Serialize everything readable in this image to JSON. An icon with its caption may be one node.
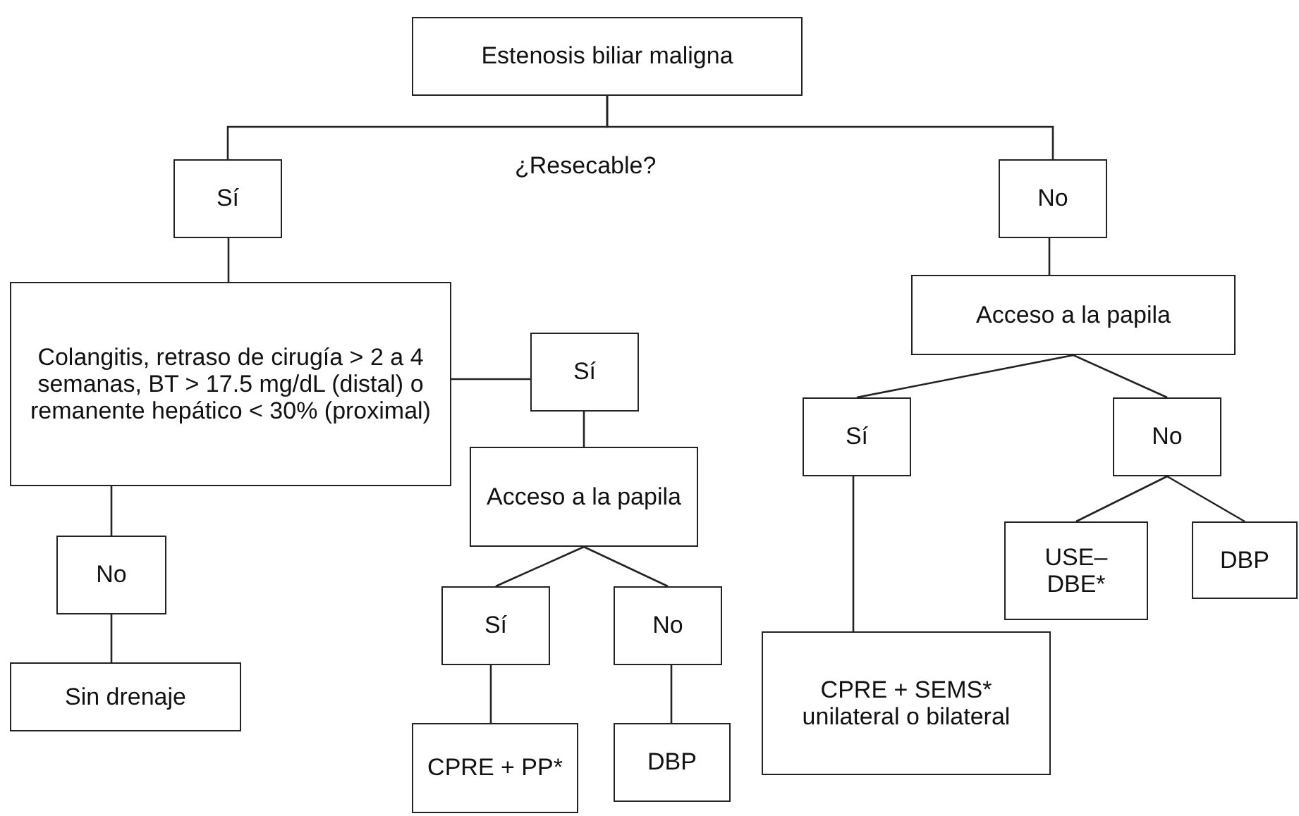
{
  "diagram": {
    "nodes": [
      {
        "text": [
          "Estenosis biliar maligna"
        ]
      },
      {
        "text": [
          "Sí"
        ]
      },
      {
        "text": [
          "No"
        ]
      },
      {
        "text": [
          "Colangitis, retraso de cirugía > 2 a 4 semanas, BT > 17.5 mg/dL (distal) o remanente hepático < 30% (proximal)"
        ]
      },
      {
        "text": [
          "Sí"
        ]
      },
      {
        "text": [
          "Acceso a la papila"
        ]
      },
      {
        "text": [
          "Sí"
        ]
      },
      {
        "text": [
          "No"
        ]
      },
      {
        "text": [
          "CPRE + PP*"
        ]
      },
      {
        "text": [
          "DBP"
        ]
      },
      {
        "text": [
          "No"
        ]
      },
      {
        "text": [
          "Sin drenaje"
        ]
      },
      {
        "text": [
          "Acceso a la papila"
        ]
      },
      {
        "text": [
          "Sí"
        ]
      },
      {
        "text": [
          "No"
        ]
      },
      {
        "text": [
          "USE– DBE*"
        ]
      },
      {
        "text": [
          "DBP"
        ]
      },
      {
        "text": [
          "CPRE + SEMS* unilateral o bilateral"
        ]
      }
    ],
    "edges": [
      {
        "from": 0,
        "to": 1,
        "arrow": "none"
      },
      {
        "from": 0,
        "to": 2,
        "arrow": "none"
      },
      {
        "from": 1,
        "to": 3,
        "arrow": "none"
      },
      {
        "from": 3,
        "to": 4,
        "arrow": "none"
      },
      {
        "from": 4,
        "to": 5,
        "arrow": "none"
      },
      {
        "from": 5,
        "to": 6,
        "arrow": "none"
      },
      {
        "from": 5,
        "to": 7,
        "arrow": "none"
      },
      {
        "from": 6,
        "to": 8,
        "arrow": "none"
      },
      {
        "from": 7,
        "to": 9,
        "arrow": "none"
      },
      {
        "from": 3,
        "to": 10,
        "arrow": "none"
      },
      {
        "from": 10,
        "to": 11,
        "arrow": "none"
      },
      {
        "from": 2,
        "to": 12,
        "arrow": "none"
      },
      {
        "from": 12,
        "to": 13,
        "arrow": "none"
      },
      {
        "from": 12,
        "to": 14,
        "arrow": "none"
      },
      {
        "from": 13,
        "to": 17,
        "arrow": "none"
      },
      {
        "from": 14,
        "to": 15,
        "arrow": "none"
      },
      {
        "from": 14,
        "to": 16,
        "arrow": "none"
      }
    ],
    "labels": [
      "¿Resecable?"
    ]
  }
}
